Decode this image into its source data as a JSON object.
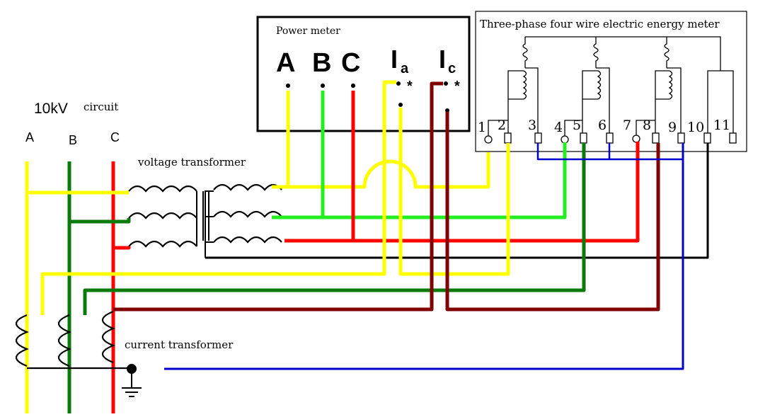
{
  "circuit_title_kv": "10kV",
  "circuit_title_word": "circuit",
  "phases": [
    "A",
    "B",
    "C"
  ],
  "power_meter": {
    "title": "Power meter",
    "terminals": [
      "A",
      "B",
      "C"
    ],
    "current_terminals": [
      {
        "letter": "I",
        "sub": "a"
      },
      {
        "letter": "I",
        "sub": "c"
      }
    ],
    "polarity_mark": "*"
  },
  "energy_meter": {
    "title": "Three-phase four wire electric energy meter",
    "terminals": [
      "1",
      "2",
      "3",
      "4",
      "5",
      "6",
      "7",
      "8",
      "9",
      "10",
      "11"
    ]
  },
  "labels": {
    "voltage_transformer": "voltage transformer",
    "current_transformer": "current transformer"
  },
  "colors": {
    "phase_a": "#ffff00",
    "phase_b": "#00a000",
    "phase_b_dark": "#0b7a0b",
    "phase_c": "#ff0000",
    "current_return": "#800000",
    "ground": "#0000cc",
    "neutral": "#000000",
    "bright_green": "#22ee22"
  }
}
